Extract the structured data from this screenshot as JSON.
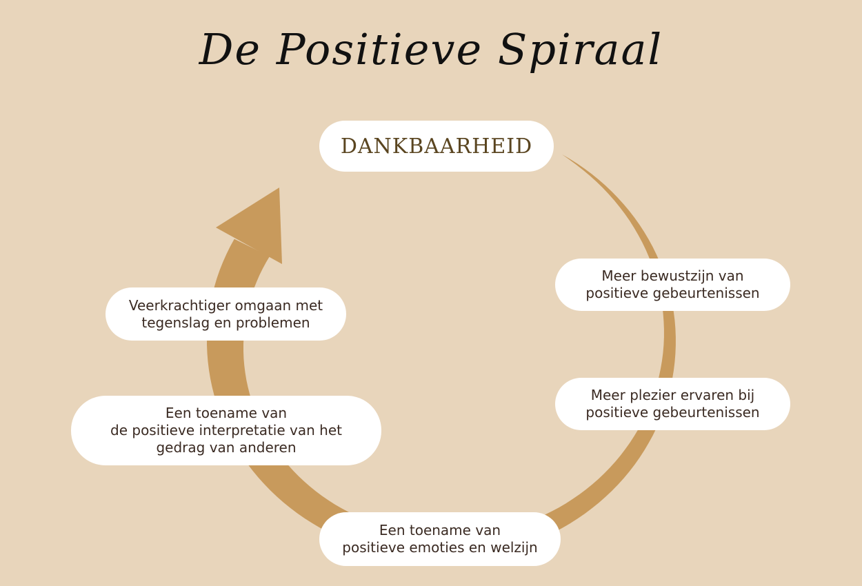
{
  "title": "De Positieve Spiraal",
  "center_label": "DANKBAARHEID",
  "steps": [
    "Meer bewustzijn van\npositieve gebeurtenissen",
    "Meer plezier ervaren bij\npositieve gebeurtenissen",
    "Een toename van\npositieve emoties en welzijn",
    "Een toename van\nde positieve interpretatie van het\ngedrag van anderen",
    "Veerkrachtiger omgaan met\ntegenslag en problemen"
  ],
  "colors": {
    "background": "#e8d5bb",
    "arrow": "#c89a5c",
    "text": "#3a2a22",
    "accent_text": "#5a4520"
  }
}
